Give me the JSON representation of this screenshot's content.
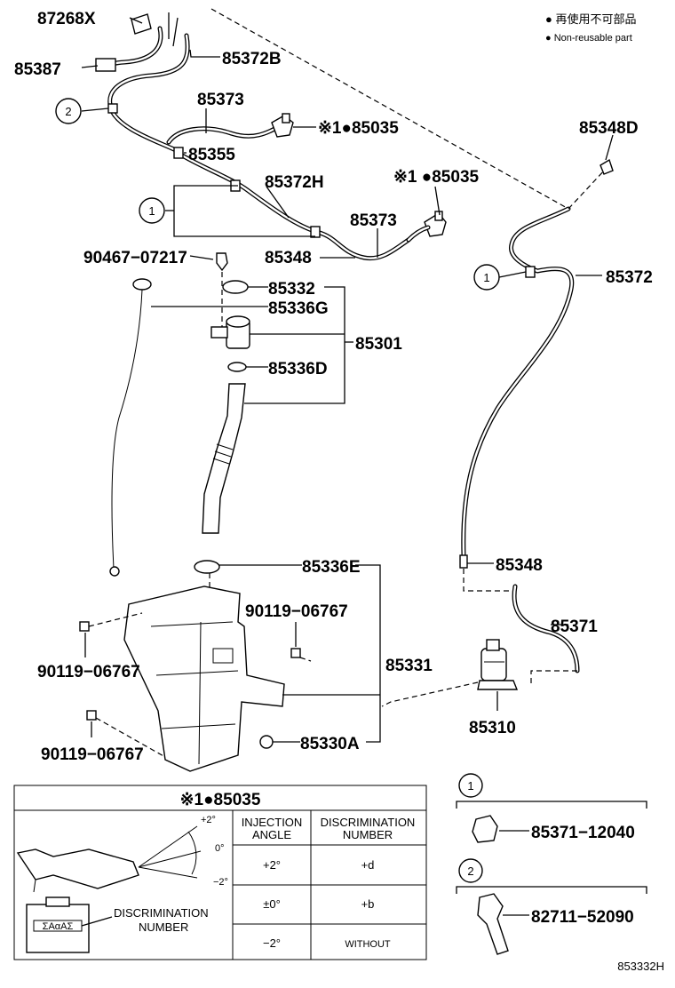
{
  "legend": {
    "lines": [
      "● 再使用不可部品",
      "● Non-reusable part"
    ]
  },
  "labels": {
    "p87268X": "87268X",
    "p85387": "85387",
    "p85372B": "85372B",
    "p85373a": "85373",
    "p85035a": "※1●85035",
    "p85355": "85355",
    "p85372H": "85372H",
    "p85035b": "※1 ●85035",
    "p85373b": "85373",
    "p85348a": "85348",
    "p85348D": "85348D",
    "p85372": "85372",
    "p90467": "90467−07217",
    "p85332": "85332",
    "p85336G": "85336G",
    "p85301": "85301",
    "p85336D": "85336D",
    "p85336E": "85336E",
    "p85348b": "85348",
    "p85371": "85371",
    "p90119a": "90119−06767",
    "p90119b": "90119−06767",
    "p85331": "85331",
    "p90119c": "90119−06767",
    "p85310": "85310",
    "p85330A": "85330A"
  },
  "callouts": {
    "c1a": "1",
    "c1b": "1",
    "c2": "2"
  },
  "table": {
    "title": "※1●85035",
    "col1": [
      "INJECTION",
      "ANGLE"
    ],
    "col2": [
      "DISCRIMINATION",
      "NUMBER"
    ],
    "rows": [
      {
        "angle": "+2°",
        "number": "+d"
      },
      {
        "angle": "±0°",
        "number": "+b"
      },
      {
        "angle": "−2°",
        "number": "WITHOUT"
      }
    ],
    "angle_plus": "+2°",
    "angle_zero": "0°",
    "angle_minus": "−2°",
    "disc_label": [
      "DISCRIMINATION",
      "NUMBER"
    ],
    "disc_mark": "ΣAαΑΣ"
  },
  "clips": {
    "n1": "1",
    "part1": "85371−12040",
    "n2": "2",
    "part2": "82711−52090"
  },
  "footer": {
    "code": "853332H"
  }
}
